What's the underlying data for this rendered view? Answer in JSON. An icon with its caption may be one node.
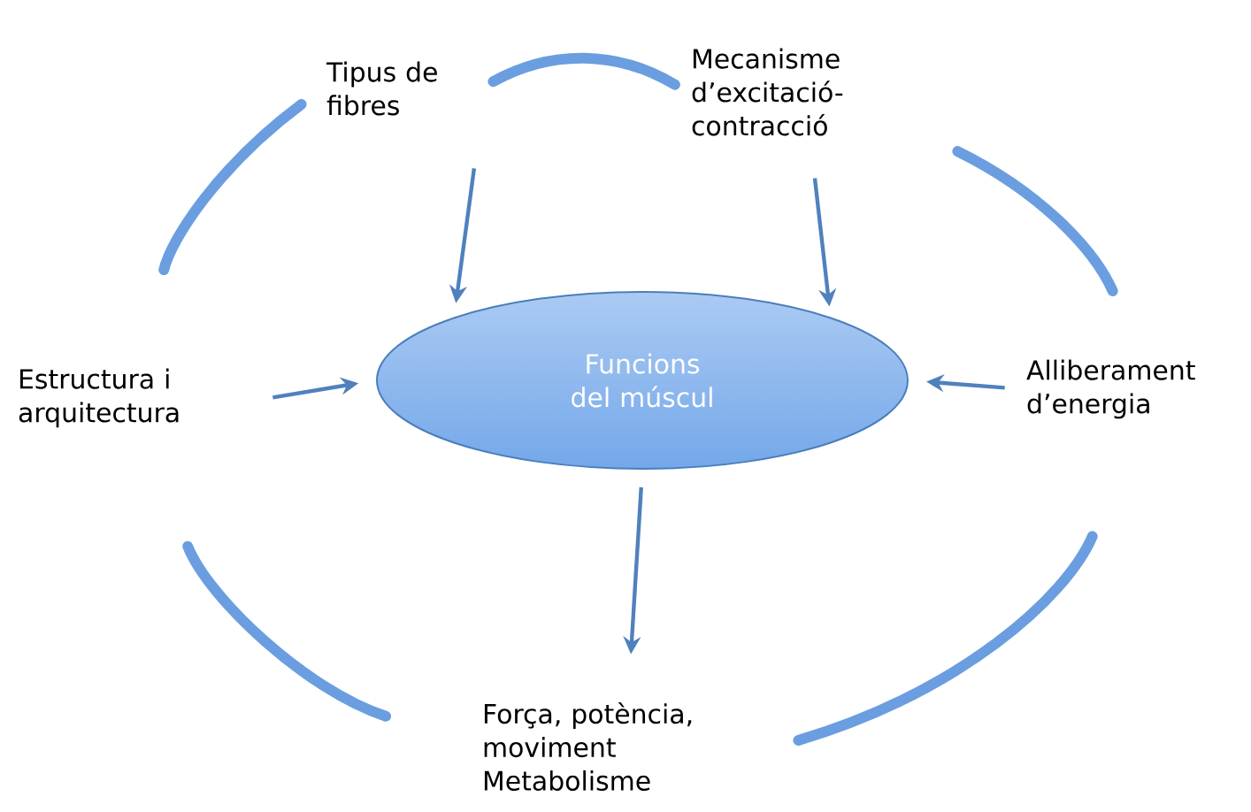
{
  "diagram": {
    "nodes": [
      {
        "text": [
          "Tipus de fibres"
        ]
      },
      {
        "text": [
          "Mecanisme d’excitació-contracció"
        ]
      },
      {
        "text": [
          "Estructura i arquitectura"
        ]
      },
      {
        "text": [
          "Funcions del múscul"
        ]
      },
      {
        "text": [
          "Alliberament d’energia"
        ]
      },
      {
        "text": [
          "Força, potència, moviment",
          "Metabolisme"
        ]
      }
    ],
    "edges": [
      {
        "from": 0,
        "to": 3,
        "arrow": "to"
      },
      {
        "from": 1,
        "to": 3,
        "arrow": "to"
      },
      {
        "from": 2,
        "to": 3,
        "arrow": "to"
      },
      {
        "from": 4,
        "to": 3,
        "arrow": "to"
      },
      {
        "from": 3,
        "to": 5,
        "arrow": "to"
      },
      {
        "from": 0,
        "to": 1,
        "arrow": "none",
        "style": "thick"
      },
      {
        "from": 2,
        "to": 0,
        "arrow": "none",
        "style": "thick"
      },
      {
        "from": 1,
        "to": 4,
        "arrow": "none",
        "style": "thick"
      },
      {
        "from": 2,
        "to": 5,
        "arrow": "none",
        "style": "thick"
      },
      {
        "from": 5,
        "to": 4,
        "arrow": "none",
        "style": "thick"
      }
    ]
  }
}
